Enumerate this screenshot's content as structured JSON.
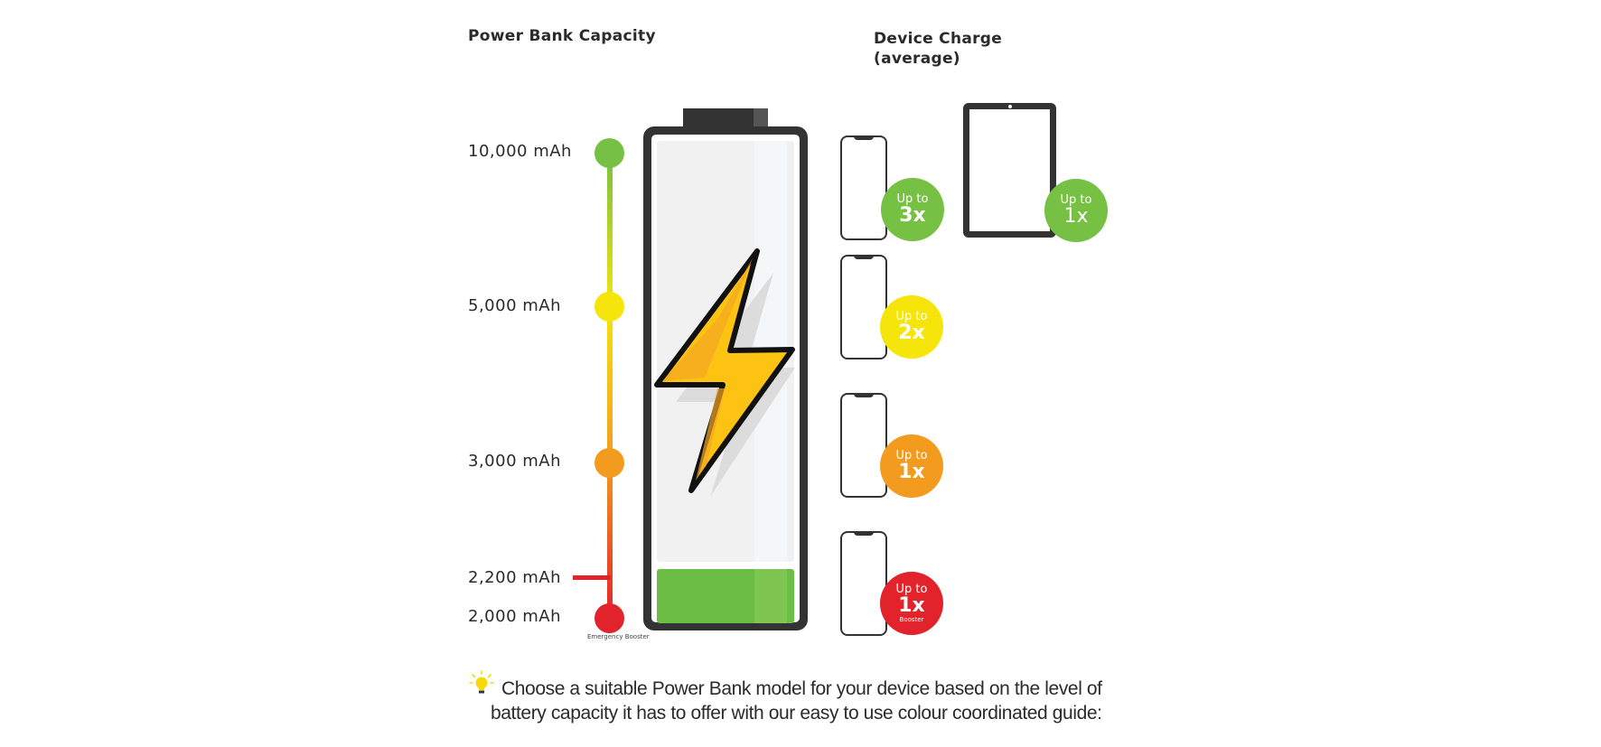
{
  "headings": {
    "capacity": "Power Bank Capacity",
    "device_charge_line1": "Device Charge",
    "device_charge_line2": "(average)"
  },
  "capacity_levels": [
    {
      "label": "10,000 mAh",
      "color": "#76c043"
    },
    {
      "label": "5,000 mAh",
      "color": "#f5e50a"
    },
    {
      "label": "3,000 mAh",
      "color": "#f39b1f"
    },
    {
      "label": "2,200 mAh",
      "color": "#e3232b"
    },
    {
      "label": "2,000 mAh",
      "color": "#e3232b",
      "sublabel": "Emergency Booster"
    }
  ],
  "battery": {
    "icon": "lightning-bolt-icon",
    "fill_color": "#6abd45",
    "frame_color": "#333333"
  },
  "devices": [
    {
      "device": "phone",
      "badge_top": "Up to",
      "badge_value": "3x",
      "badge_color": "#76c043"
    },
    {
      "device": "tablet",
      "badge_top": "Up to",
      "badge_value": "1x",
      "badge_color": "#76c043"
    },
    {
      "device": "phone",
      "badge_top": "Up to",
      "badge_value": "2x",
      "badge_color": "#f5e50a"
    },
    {
      "device": "phone",
      "badge_top": "Up to",
      "badge_value": "1x",
      "badge_color": "#f39b1f"
    },
    {
      "device": "phone",
      "badge_top": "Up to",
      "badge_value": "1x",
      "badge_sub": "Booster",
      "badge_color": "#e3232b"
    }
  ],
  "note": {
    "icon": "lightbulb-icon",
    "line1": "Choose a suitable Power Bank model for your device based on the level of",
    "line2": "battery capacity it has to offer with our easy to use colour coordinated guide:"
  }
}
